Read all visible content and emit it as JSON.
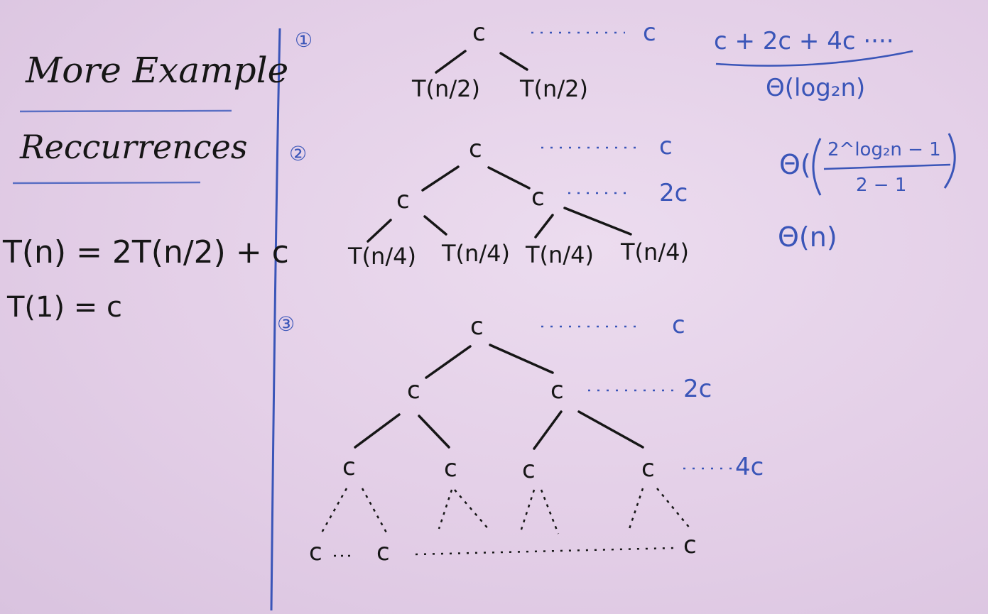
{
  "left_panel": {
    "title_line1": "More Example",
    "title_line2": "Reccurrences",
    "recurrence": "T(n) = 2T(n/2) + c",
    "base_case": "T(1) = c"
  },
  "steps": {
    "step1": {
      "number": "①",
      "root": "c",
      "children": [
        "T(n/2)",
        "T(n/2)"
      ],
      "level_cost": "c"
    },
    "step2": {
      "number": "②",
      "root": "c",
      "level1": [
        "c",
        "c"
      ],
      "leaves": [
        "T(n/4)",
        "T(n/4)",
        "T(n/4)",
        "T(n/4)"
      ],
      "level_costs": [
        "c",
        "2c"
      ]
    },
    "step3": {
      "number": "③",
      "root": "c",
      "level1": [
        "c",
        "c"
      ],
      "level2": [
        "c",
        "c",
        "c",
        "c"
      ],
      "bottom": [
        "c",
        "c",
        "c"
      ],
      "level_costs": [
        "c",
        "2c",
        "4c"
      ]
    }
  },
  "analysis": {
    "sum": "c + 2c + 4c ····",
    "theta_log": "Θ(log₂n)",
    "theta_prefix": "Θ(",
    "frac_numerator": "2^log₂n − 1",
    "frac_denominator": "2 − 1",
    "theta_suffix": ")",
    "theta_n": "Θ(n)"
  },
  "colors": {
    "board": "#e6d3e9",
    "marker_black": "#161616",
    "marker_blue": "#3a55b8"
  }
}
